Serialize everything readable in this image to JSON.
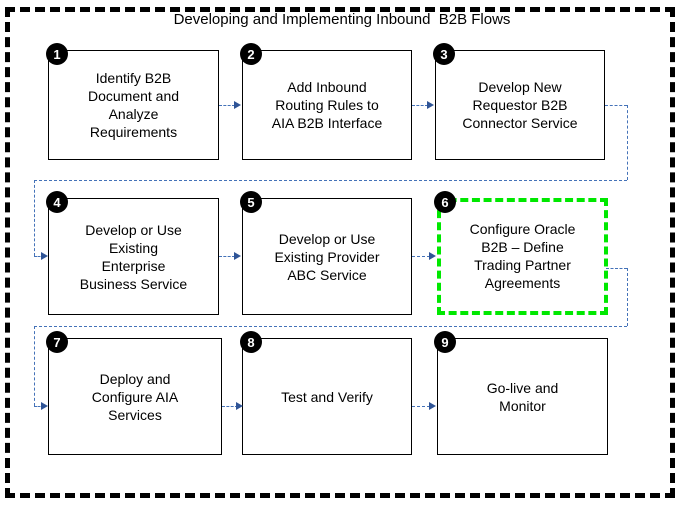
{
  "diagram": {
    "title": "Developing and Implementing Inbound  B2B Flows",
    "type": "flowchart",
    "colors": {
      "frame_border": "#000000",
      "box_border": "#000000",
      "highlight_border": "#00e800",
      "connector": "#4472b8",
      "arrowhead": "#2f5496",
      "badge_fill": "#000000",
      "badge_text": "#ffffff",
      "background": "#ffffff"
    },
    "steps": [
      {
        "number": "1",
        "label": "Identify B2B\nDocument and\nAnalyze\nRequirements",
        "highlighted": false
      },
      {
        "number": "2",
        "label": "Add Inbound\nRouting Rules to\nAIA B2B Interface",
        "highlighted": false
      },
      {
        "number": "3",
        "label": "Develop New\nRequestor B2B\nConnector Service",
        "highlighted": false
      },
      {
        "number": "4",
        "label": "Develop or Use\nExisting\nEnterprise\nBusiness Service",
        "highlighted": false
      },
      {
        "number": "5",
        "label": "Develop or Use\nExisting Provider\nABC Service",
        "highlighted": false
      },
      {
        "number": "6",
        "label": "Configure Oracle\nB2B – Define\nTrading Partner\nAgreements",
        "highlighted": true
      },
      {
        "number": "7",
        "label": "Deploy and\nConfigure AIA\nServices",
        "highlighted": false
      },
      {
        "number": "8",
        "label": "Test and Verify",
        "highlighted": false
      },
      {
        "number": "9",
        "label": "Go-live and\nMonitor",
        "highlighted": false
      }
    ],
    "flow_order": [
      "1",
      "2",
      "3",
      "4",
      "5",
      "6",
      "7",
      "8",
      "9"
    ]
  }
}
